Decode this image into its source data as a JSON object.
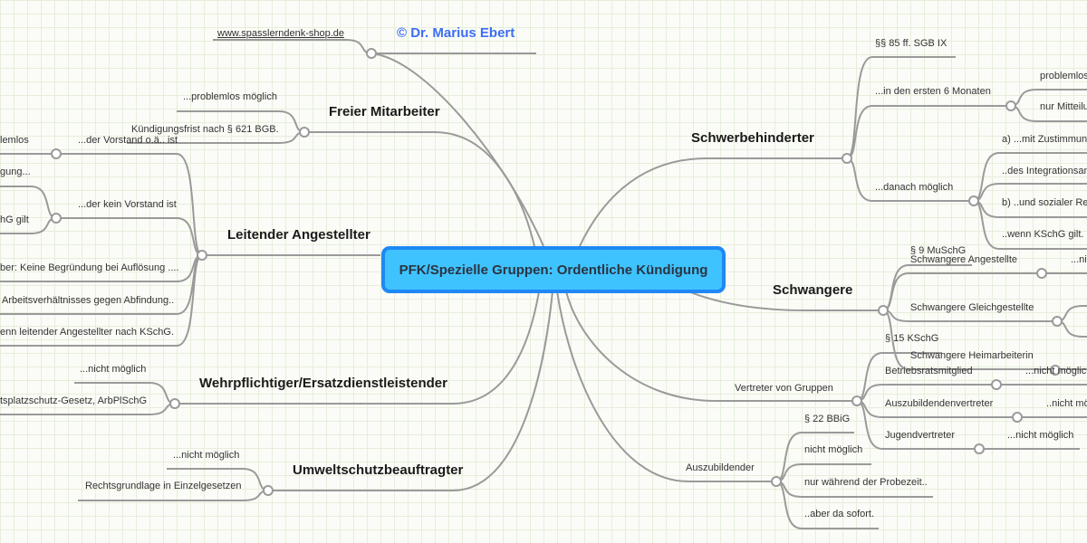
{
  "center": {
    "title": "PFK/Spezielle Gruppen: Ordentliche Kündigung"
  },
  "header": {
    "url": "www.spasslerndenk-shop.de",
    "copyright": "© Dr. Marius Ebert"
  },
  "colors": {
    "accent": "#3fc3ff",
    "accent_border": "#1e88f5",
    "copyright": "#3d6ef5",
    "line": "#9a9a9a"
  },
  "left": {
    "freier": {
      "label": "Freier Mitarbeiter",
      "children": [
        "...problemlos möglich",
        "Kündigungsfrist nach § 621 BGB."
      ]
    },
    "leitender": {
      "label": "Leitender Angestellter",
      "children": [
        "...der Vorstand o.ä.. ist",
        "...der kein Vorstand ist",
        "ber: Keine Begründung bei Auflösung ....",
        "Arbeitsverhältnisses gegen Abfindung..",
        "enn leitender Angestellter nach KSchG."
      ],
      "vorstand_child": "lemlos",
      "kein_vorstand_children": [
        "gung...",
        "hG gilt"
      ]
    },
    "wehr": {
      "label": "Wehrpflichtiger/Ersatzdienstleistender",
      "children": [
        "...nicht möglich",
        "tsplatzschutz-Gesetz, ArbPlSchG"
      ]
    },
    "umwelt": {
      "label": "Umweltschutzbeauftragter",
      "children": [
        "...nicht möglich",
        "Rechtsgrundlage in Einzelgesetzen"
      ]
    }
  },
  "right": {
    "schwerb": {
      "label": "Schwerbehinderter",
      "children": [
        "§§ 85 ff.  SGB IX",
        "...in den ersten 6 Monaten",
        "...danach möglich"
      ],
      "erste_children": [
        "problemlos",
        "nur Mitteilu"
      ],
      "danach_children": [
        "a) ...mit Zustimmung",
        "..des Integrationsam",
        "b) ..und sozialer Re",
        "..wenn KSchG gilt."
      ]
    },
    "schwanger": {
      "label": "Schwangere",
      "children": [
        "§ 9 MuSchG",
        "Schwangere Angestellte",
        "Schwangere Gleichgestellte",
        "Schwangere Heimarbeiterin"
      ],
      "angestellte_child": "...nic"
    },
    "vertreter": {
      "label": "Vertreter von Gruppen",
      "children": [
        "§ 15 KSchG",
        "Betriebsratsmitglied",
        "Auszubildendenvertreter",
        "Jugendvertreter"
      ],
      "grandchildren": [
        "...nicht möglich",
        "..nicht mö",
        "...nicht möglich"
      ]
    },
    "azubi": {
      "label": "Auszubildender",
      "children": [
        "§ 22 BBiG",
        "nicht möglich",
        "nur während der Probezeit..",
        "..aber da sofort."
      ]
    }
  }
}
